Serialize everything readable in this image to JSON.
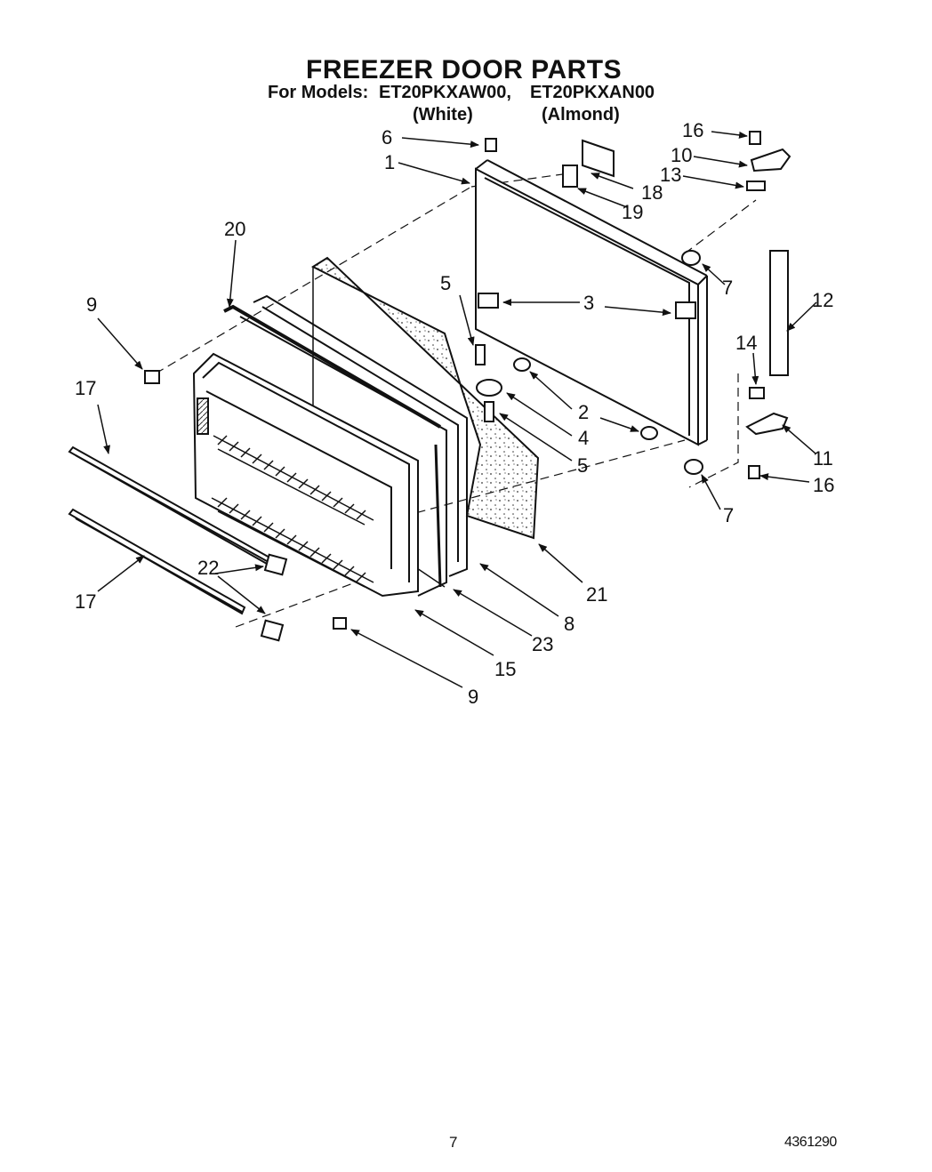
{
  "header": {
    "title": "FREEZER DOOR PARTS",
    "models_label": "For Models:",
    "model_white": "ET20PKXAW00,",
    "model_almond": "ET20PKXAN00",
    "variant_white": "(White)",
    "variant_almond": "(Almond)"
  },
  "callouts": {
    "c1": "1",
    "c2": "2",
    "c3": "3",
    "c4": "4",
    "c5a": "5",
    "c5b": "5",
    "c6": "6",
    "c7a": "7",
    "c7b": "7",
    "c8": "8",
    "c9a": "9",
    "c9b": "9",
    "c10": "10",
    "c11": "11",
    "c12": "12",
    "c13": "13",
    "c14": "14",
    "c15": "15",
    "c16a": "16",
    "c16b": "16",
    "c17a": "17",
    "c17b": "17",
    "c18": "18",
    "c19": "19",
    "c20": "20",
    "c21": "21",
    "c22": "22",
    "c23": "23"
  },
  "footer": {
    "page_number": "7",
    "document_code": "4361290"
  }
}
